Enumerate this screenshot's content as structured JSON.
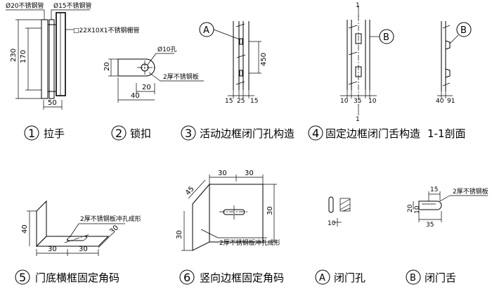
{
  "d1": {
    "note_tube20": "Ø20不锈钢管",
    "note_tube15": "Ø15不锈钢管",
    "note_rect": "□22X10X1不锈钢栅管",
    "dim_230": "230",
    "dim_170": "170",
    "dim_50": "50",
    "caption_num": "1",
    "caption": "拉手"
  },
  "d2": {
    "note_hole": "Ø10孔",
    "note_plate": "2厚不锈钢板",
    "dim_20_left": "20",
    "dim_20_bottom": "20",
    "dim_40": "40",
    "caption_num": "2",
    "caption": "锁扣"
  },
  "d3": {
    "tag": "A",
    "dim_450": "450",
    "dim_15a": "15",
    "dim_25": "25",
    "dim_15b": "15",
    "caption_num": "3",
    "caption": "活动边框闭门孔构造"
  },
  "d4": {
    "section_mark_top": "1",
    "section_mark_bottom": "1",
    "tag": "B",
    "dim_10a": "10",
    "dim_35": "35",
    "dim_10b": "10",
    "caption_num": "4",
    "caption": "固定边框闭门舌构造"
  },
  "d11": {
    "tag": "B",
    "dim_40": "40",
    "dim_91": "91",
    "caption": "1-1剖面"
  },
  "d5": {
    "note": "2厚不锈钢板冲孔成形",
    "dim_40": "40",
    "dim_30_side": "30",
    "dim_30a": "30",
    "dim_30b": "30",
    "caption_num": "5",
    "caption": "门底横框固定角码"
  },
  "d6": {
    "note": "2厚不锈钢板冲孔成形",
    "dim_30_top_a": "30",
    "dim_30_top_b": "30",
    "dim_45": "45",
    "dim_30_right": "30",
    "dim_30_left": "30",
    "caption_num": "6",
    "caption": "竖向边框固定角码"
  },
  "dA": {
    "dim_10": "10",
    "caption_tag": "A",
    "caption": "闭门孔"
  },
  "dB": {
    "note": "2厚不锈钢板",
    "dim_15": "15",
    "dim_20": "20",
    "dim_10": "10",
    "dim_35": "35",
    "caption_tag": "B",
    "caption": "闭门舌"
  }
}
